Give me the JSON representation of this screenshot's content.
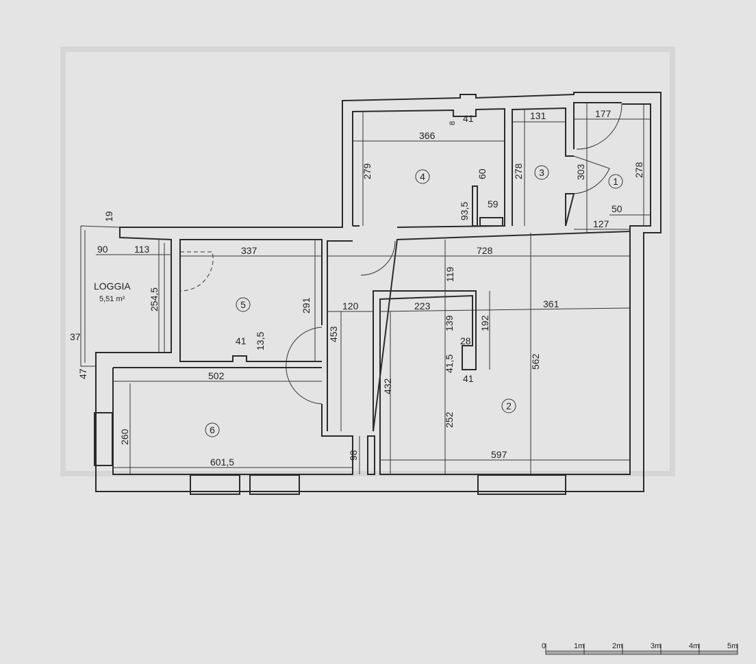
{
  "rooms": [
    {
      "number": "1"
    },
    {
      "number": "2"
    },
    {
      "number": "3"
    },
    {
      "number": "4"
    },
    {
      "number": "5"
    },
    {
      "number": "6"
    }
  ],
  "loggia": {
    "label": "LOGGIA",
    "area": "5,51 m²"
  },
  "dimensions": {
    "d366": "366",
    "d8": "8",
    "d41a": "41",
    "d279": "279",
    "d60": "60",
    "d93_5": "93,5",
    "d59": "59",
    "d131": "131",
    "d278a": "278",
    "d177": "177",
    "d303": "303",
    "d278b": "278",
    "d50": "50",
    "d127": "127",
    "d19": "19",
    "d90": "90",
    "d113": "113",
    "d254_5": "254,5",
    "d37": "37",
    "d47": "47",
    "d337": "337",
    "d291": "291",
    "d41b": "41",
    "d13_5": "13,5",
    "d728": "728",
    "d119": "119",
    "d120": "120",
    "d453": "453",
    "d223": "223",
    "d139": "139",
    "d192": "192",
    "d361": "361",
    "d28": "28",
    "d41_5": "41,5",
    "d41c": "41",
    "d562": "562",
    "d432": "432",
    "d252": "252",
    "d502": "502",
    "d260": "260",
    "d601_5": "601,5",
    "d98": "98",
    "d597": "597"
  },
  "scale_bar": {
    "labels": [
      "0",
      "1m",
      "2m",
      "3m",
      "4m",
      "5m"
    ]
  }
}
